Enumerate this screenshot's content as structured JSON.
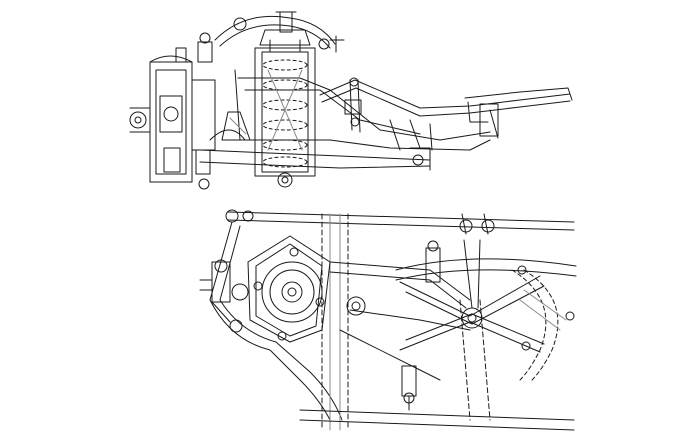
{
  "drawing": {
    "subject": "chassis-technical-drawing",
    "views": [
      "side-elevation",
      "plan-view"
    ],
    "colors": {
      "background": "#ffffff",
      "line": "#1a1a1a",
      "light_line": "#8a8a8a"
    }
  }
}
